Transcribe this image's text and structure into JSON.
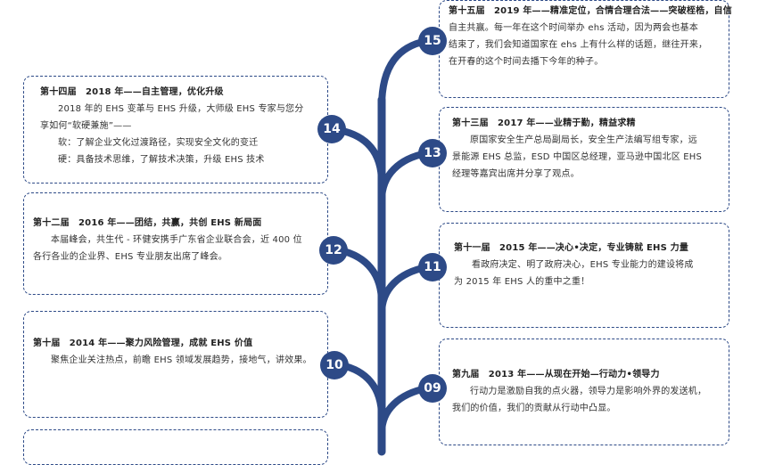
{
  "colors": {
    "accent": "#2d4a87",
    "text": "#333333",
    "background": "#ffffff"
  },
  "events": [
    {
      "id": "15",
      "side": "right",
      "title": "第十五届　2019 年——精准定位，合情合理合法——突破桎梏，自信",
      "lines": [
        "自主共赢。每一年在这个时间举办 ehs 活动，因为两会也基本",
        "结束了，我们会知道国家在 ehs 上有什么样的话题，继往开来，",
        "在开春的这个时间去播下今年的种子。"
      ]
    },
    {
      "id": "14",
      "side": "left",
      "title": "第十四届　2018 年——自主管理，优化升级",
      "lines": [
        "2018 年的 EHS 变革与 EHS 升级，大师级 EHS 专家与您分",
        "享如何“软硬兼施”——",
        "软：了解企业文化过渡路径，实现安全文化的变迁",
        "硬：具备技术思维，了解技术决策，升级 EHS 技术"
      ]
    },
    {
      "id": "13",
      "side": "right",
      "title": "第十三届　2017 年——业精于勤，精益求精",
      "lines": [
        "原国家安全生产总局副局长，安全生产法编写组专家，远",
        "景能源 EHS 总监，ESD 中国区总经理，亚马逊中国北区 EHS",
        "经理等嘉宾出席并分享了观点。"
      ]
    },
    {
      "id": "12",
      "side": "left",
      "title": "第十二届　2016 年——团结，共赢，共创 EHS 新局面",
      "lines": [
        "本届峰会，共生代 - 环健安携手广东省企业联合会，近 400 位",
        "各行各业的企业界、EHS 专业朋友出席了峰会。"
      ]
    },
    {
      "id": "11",
      "side": "right",
      "title": "第十一届　2015 年——决心•决定，专业铸就 EHS 力量",
      "lines": [
        "看政府决定、明了政府决心，EHS 专业能力的建设将成",
        "为 2015 年 EHS 人的重中之重！"
      ]
    },
    {
      "id": "10",
      "side": "left",
      "title": "第十届　2014 年——聚力风险管理，成就 EHS 价值",
      "lines": [
        "聚焦企业关注热点，前瞻 EHS 领域发展趋势，接地气，讲效果。"
      ]
    },
    {
      "id": "09",
      "side": "right",
      "title": "第九届　2013 年——从现在开始—行动力•领导力",
      "lines": [
        "行动力是激励自我的点火器，领导力是影响外界的发送机，",
        "我们的价值，我们的贡献从行动中凸显。"
      ]
    }
  ]
}
